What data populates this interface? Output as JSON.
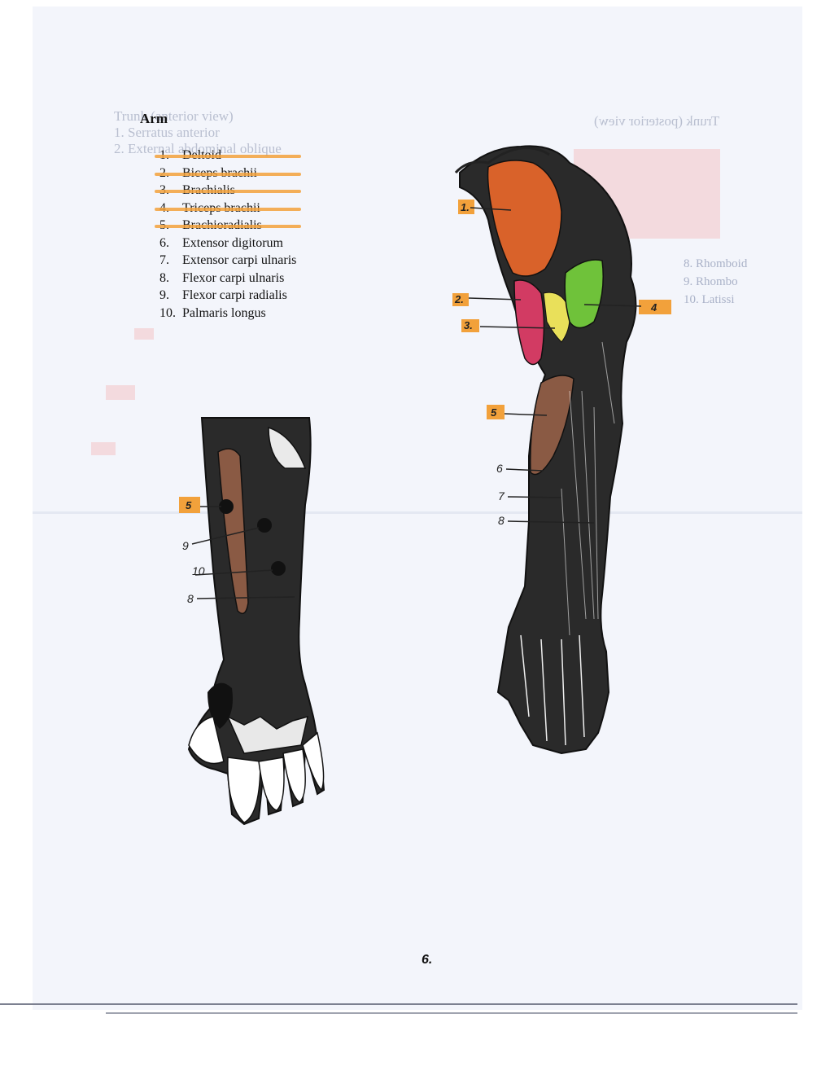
{
  "heading": "Arm",
  "muscles": [
    {
      "num": "1.",
      "name": "Deltoid",
      "struck": true
    },
    {
      "num": "2.",
      "name": "Biceps brachii",
      "struck": true
    },
    {
      "num": "3.",
      "name": "Brachialis",
      "struck": true
    },
    {
      "num": "4.",
      "name": "Triceps brachii",
      "struck": true
    },
    {
      "num": "5.",
      "name": "Brachioradialis",
      "struck": true
    },
    {
      "num": "6.",
      "name": "Extensor digitorum",
      "struck": false
    },
    {
      "num": "7.",
      "name": "Extensor carpi ulnaris",
      "struck": false
    },
    {
      "num": "8.",
      "name": "Flexor carpi ulnaris",
      "struck": false
    },
    {
      "num": "9.",
      "name": "Flexor carpi radialis",
      "struck": false
    },
    {
      "num": "10.",
      "name": "Palmaris longus",
      "struck": false
    }
  ],
  "show_through": {
    "left_heading": "Trunk (anterior view)",
    "left_line1": "1. Serratus anterior",
    "left_line2": "2. External abdominal oblique",
    "right_heading": "Trunk (posterior view)",
    "right_partial": [
      "8. Rhomboid",
      "9. Rhombo",
      "10. Latissi"
    ]
  },
  "right_arm_labels": {
    "l1": "1.",
    "l2": "2.",
    "l3": "3.",
    "l4": "4",
    "l5": "5",
    "l6": "6",
    "l7": "7",
    "l8": "8"
  },
  "left_arm_labels": {
    "l5": "5",
    "l9": "9",
    "l10": "10",
    "l8": "8"
  },
  "page_number": "6.",
  "colors": {
    "highlighter": "#f2a13b",
    "deltoid": "#d9622a",
    "biceps": "#d23b63",
    "brachialis": "#e9e05a",
    "triceps": "#6fc23a",
    "brachioradialis": "#8a5a44",
    "muscle_ink": "#1a1a1a"
  }
}
